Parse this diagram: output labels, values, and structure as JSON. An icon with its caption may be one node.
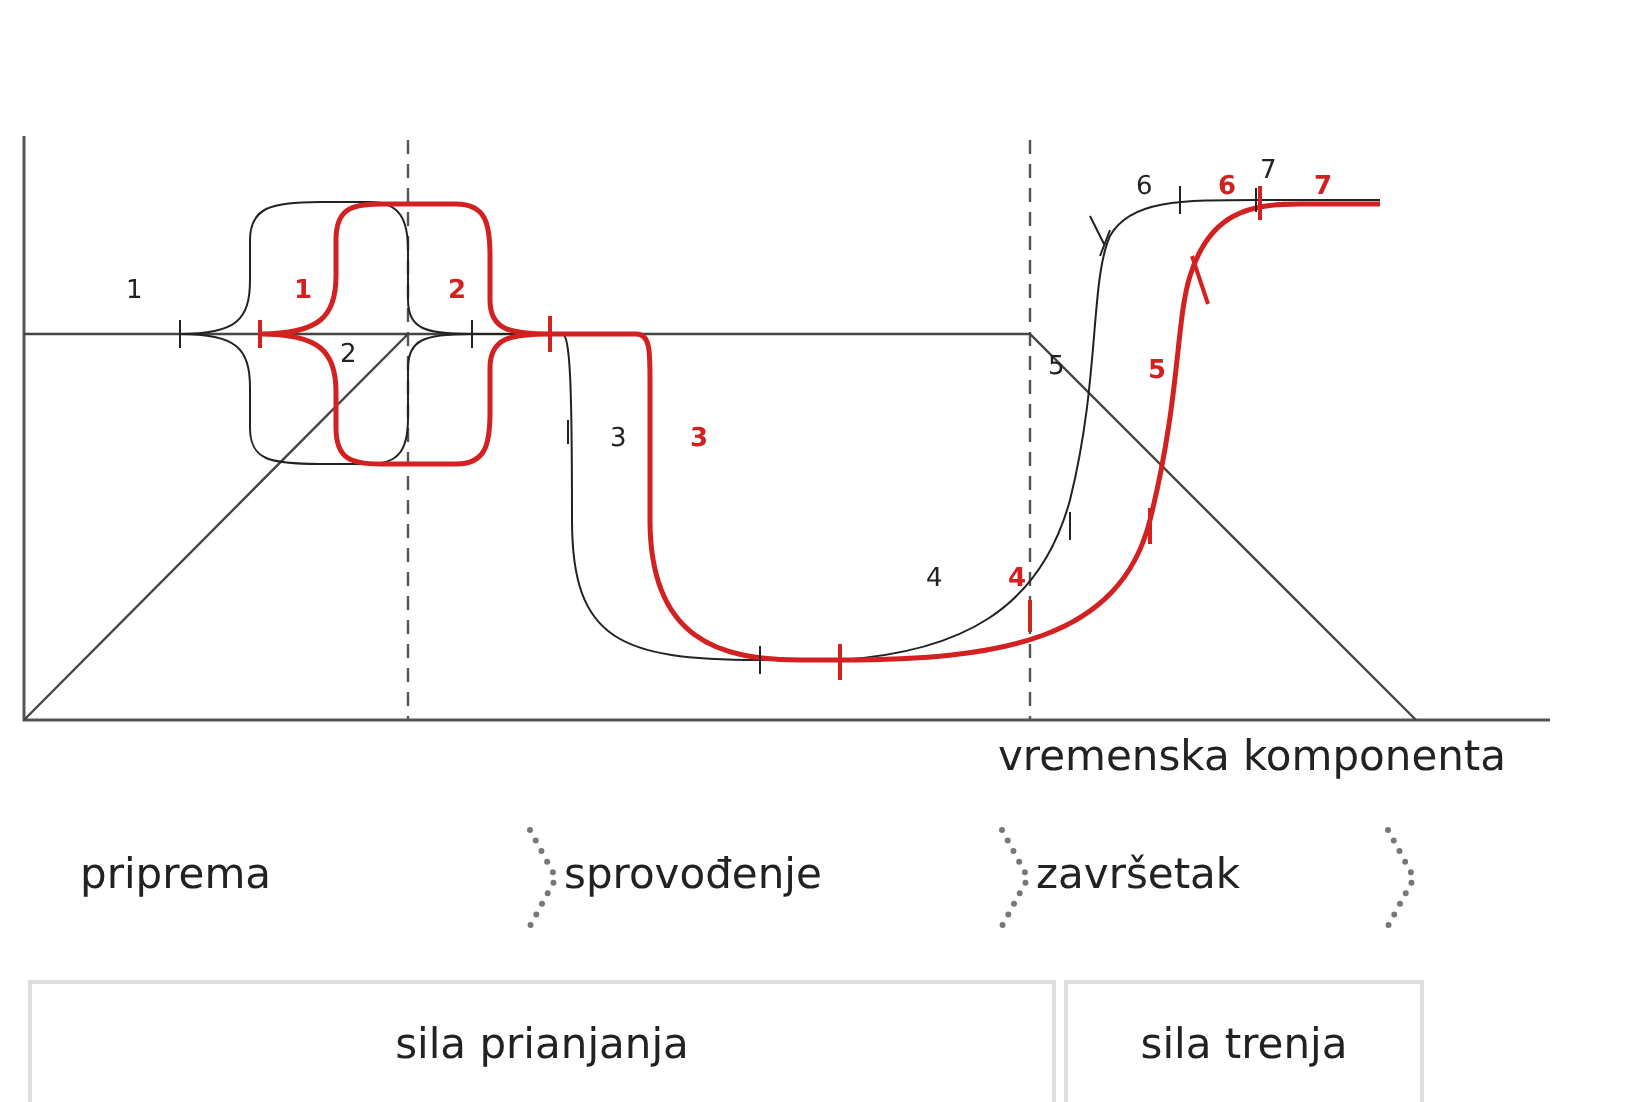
{
  "diagram": {
    "nodes": [
      {
        "text": [
          "priprema"
        ]
      },
      {
        "text": [
          "sprovođenje"
        ]
      },
      {
        "text": [
          "završetak"
        ]
      },
      {
        "text": [
          "sila prianjanja"
        ]
      },
      {
        "text": [
          "sila trenja"
        ]
      }
    ],
    "edges": [
      {
        "from": 0,
        "to": 1,
        "arrow": "to"
      },
      {
        "from": 1,
        "to": 2,
        "arrow": "to"
      },
      {
        "from": 2,
        "to": null,
        "arrow": "to"
      }
    ],
    "labels": [
      "7",
      "6",
      "6",
      "7",
      "1",
      "1",
      "2",
      "2",
      "3",
      "3",
      "5",
      "5",
      "4",
      "4",
      "vremenska komponenta"
    ]
  }
}
